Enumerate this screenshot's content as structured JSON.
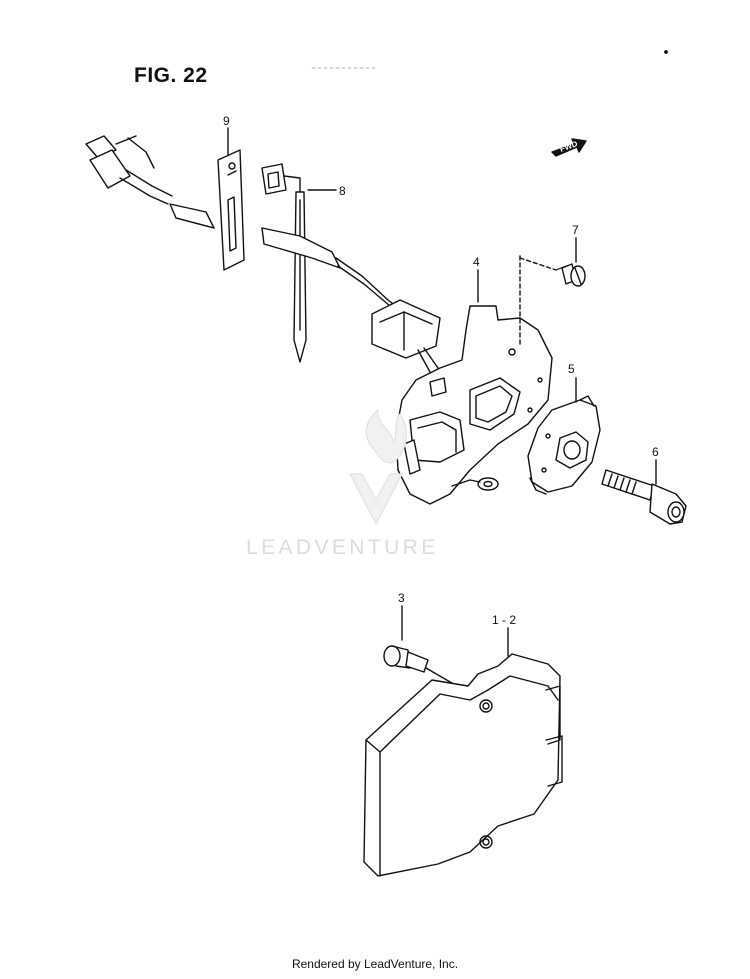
{
  "figure": {
    "title": "FIG. 22"
  },
  "callouts": {
    "c9": "9",
    "c8": "8",
    "c7": "7",
    "c4": "4",
    "c5": "5",
    "c6": "6",
    "c3": "3",
    "c12": "1 - 2"
  },
  "direction_arrow": {
    "label": "FWD"
  },
  "watermark": {
    "text": "LEADVENTURE"
  },
  "footer": {
    "text": "Rendered by LeadVenture, Inc."
  }
}
